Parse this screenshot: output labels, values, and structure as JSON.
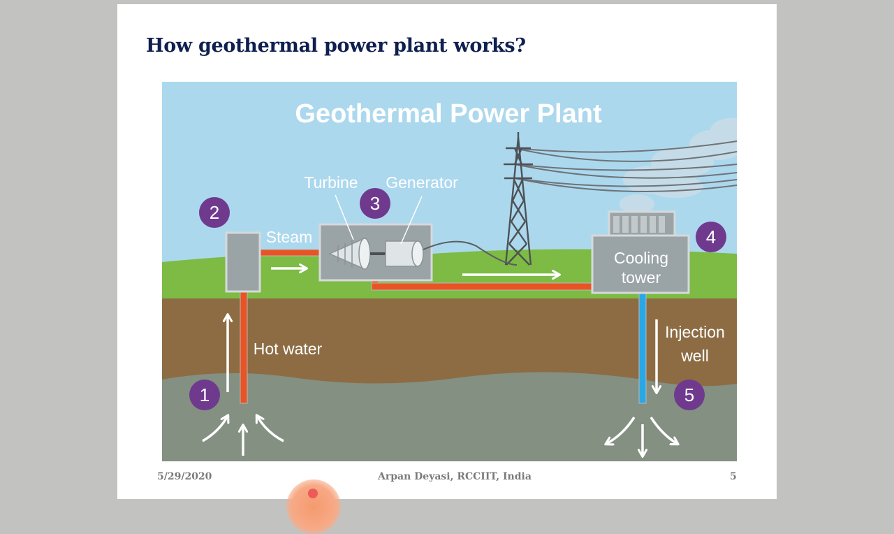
{
  "slide": {
    "title": "How geothermal power plant works?",
    "footer": {
      "date": "5/29/2020",
      "author": "Arpan Deyasi, RCCIIT, India",
      "page": "5"
    }
  },
  "diagram": {
    "heading": "Geothermal Power Plant",
    "labels": {
      "turbine": "Turbine",
      "generator": "Generator",
      "steam": "Steam",
      "cooling_line1": "Cooling",
      "cooling_line2": "tower",
      "hot_water": "Hot water",
      "injection_line1": "Injection",
      "injection_line2": "well"
    },
    "steps": [
      "1",
      "2",
      "3",
      "4",
      "5"
    ],
    "colors": {
      "sky": "#acd8ee",
      "grass": "#7dbb44",
      "soil": "#8d6c44",
      "rock": "#849081",
      "hot_pipe": "#e85424",
      "cold_pipe": "#2aa8e6",
      "step_badge": "#6f3a8e",
      "equipment": "#9aa3a6"
    }
  }
}
